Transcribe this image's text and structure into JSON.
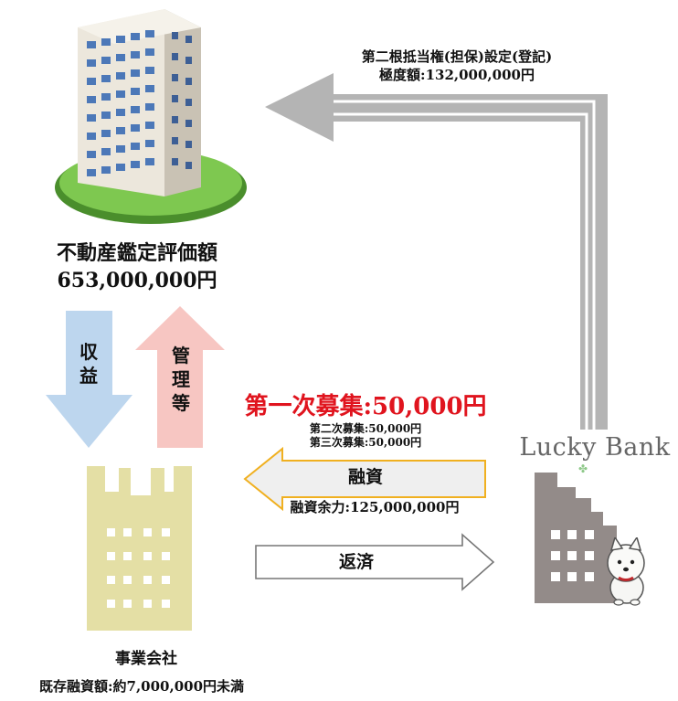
{
  "appraisal": {
    "line1": "不動産鑑定評価額",
    "line2": "653,000,000円"
  },
  "mortgage": {
    "line1": "第二根抵当権(担保)設定(登記)",
    "line2": "極度額:132,000,000円"
  },
  "arrows": {
    "income": {
      "chars": [
        "収",
        "益"
      ],
      "color": "#bdd6ee"
    },
    "management": {
      "chars": [
        "管",
        "理",
        "等"
      ],
      "color": "#f7c6c2"
    },
    "loan": {
      "label": "融資",
      "border_color": "#f0b020",
      "fill": "#efefef"
    },
    "repay": {
      "label": "返済"
    },
    "mortgage_arrow_color": "#aaaaaa"
  },
  "recruitment": {
    "first": "第一次募集:50,000円",
    "second": "第二次募集:50,000円",
    "third": "第三次募集:50,000円",
    "accent_color": "#e0141e"
  },
  "capacity": "融資余力:125,000,000円",
  "company": {
    "name": "事業会社",
    "existing_loan": "既存融資額:約7,000,000円未満"
  },
  "bank": {
    "name": "Lucky Bank"
  },
  "icons": {
    "apartment": "apartment-building-icon",
    "company": "company-building-icon",
    "bank": "bank-building-icon",
    "dog": "dog-mascot-icon"
  }
}
